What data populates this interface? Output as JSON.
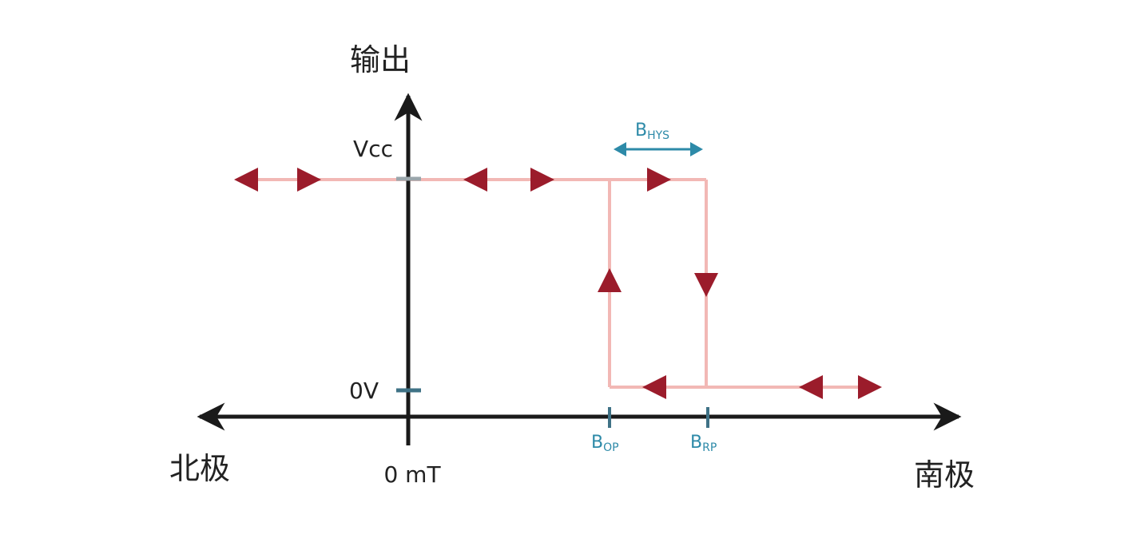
{
  "axes": {
    "y_title": "输出",
    "left_label": "北极",
    "right_label": "南极",
    "origin_label": "0 mT",
    "vcc_label": "Vcc",
    "zero_volt_label": "0V"
  },
  "markers": {
    "b_op": {
      "main": "B",
      "sub": "OP"
    },
    "b_rp": {
      "main": "B",
      "sub": "RP"
    },
    "b_hys": {
      "main": "B",
      "sub": "HYS"
    }
  },
  "colors": {
    "axis": "#1a1a1a",
    "curve": "#f2b8b5",
    "arrow": "#9b1c2b",
    "accent": "#2d8aa8",
    "tick": "#3f7286"
  }
}
